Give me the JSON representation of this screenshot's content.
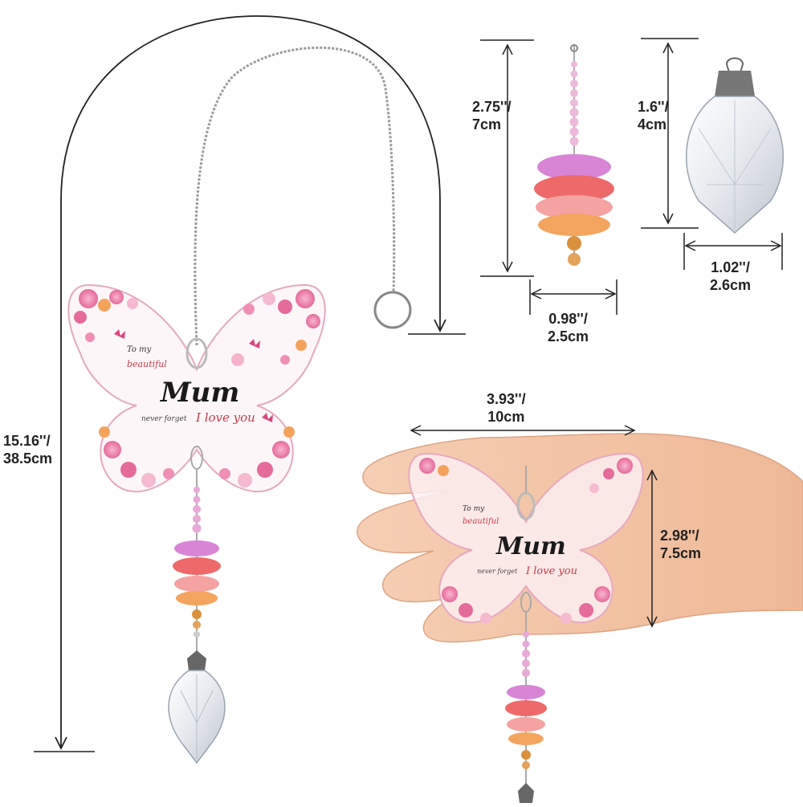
{
  "product_label": {
    "line1": "To my",
    "line2": "beautiful",
    "name": "Mum",
    "line3_prefix": "never forget",
    "line3_main": "I love you"
  },
  "dimensions": {
    "total_length": {
      "imperial": "15.16''/",
      "metric": "38.5cm"
    },
    "bead_length": {
      "imperial": "2.75''/",
      "metric": "7cm"
    },
    "bead_width": {
      "imperial": "0.98''/",
      "metric": "2.5cm"
    },
    "prism_length": {
      "imperial": "1.6''/",
      "metric": "4cm"
    },
    "prism_width": {
      "imperial": "1.02''/",
      "metric": "2.6cm"
    },
    "butterfly_width": {
      "imperial": "3.93''/",
      "metric": "10cm"
    },
    "butterfly_height": {
      "imperial": "2.98''/",
      "metric": "7.5cm"
    }
  },
  "colors": {
    "line": "#222222",
    "pink_flower": "#f08fb4",
    "deep_pink": "#e0528a",
    "bead_pink": "#e3a6d8",
    "bead_red": "#ee6a6a",
    "bead_orange": "#f3a55f",
    "skin": "#f2c4a6",
    "chain": "#9a9a9a",
    "accent_red": "#c83a4a"
  }
}
